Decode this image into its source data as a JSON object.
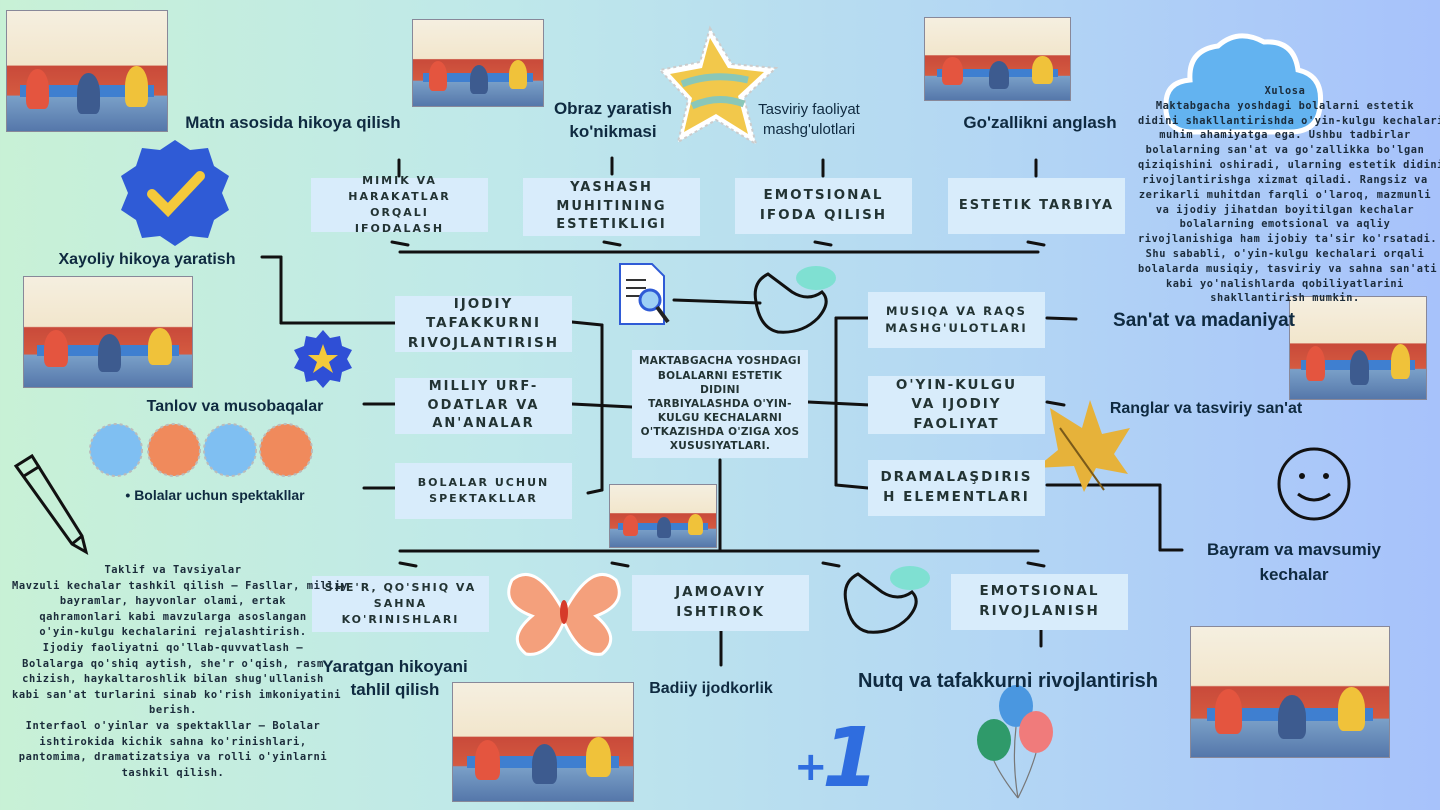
{
  "center": {
    "lines": [
      "MAKTABGACHA YOSHDAGI",
      "BOLALARNI ESTETIK DIDINI",
      "TARBIYALASHDA O'YIN-",
      "KULGU KECHALARNI",
      "O'TKAZISHDA O'ZIGA XOS",
      "XUSUSIYATLARI."
    ]
  },
  "boxes": {
    "mimik": [
      "MIMIK VA",
      "HARAKATLAR ORQALI",
      "IFODALASH"
    ],
    "yashash": [
      "YASHASH",
      "MUHITINING",
      "ESTETIKLIGI"
    ],
    "emotsional_ifoda": [
      "EMOTSIONAL",
      "IFODA QILISH"
    ],
    "estetik": [
      "ESTETIK TARBIYA"
    ],
    "ijodiy": [
      "IJODIY",
      "TAFAKKURNI",
      "RIVOJLANTIRISH"
    ],
    "milliy": [
      "MILLIY URF-",
      "ODATLAR VA",
      "AN'ANALAR"
    ],
    "bolalar_spek": [
      "BOLALAR UCHUN",
      "SPEKTAKLLAR"
    ],
    "musiqa": [
      "MUSIQA VA RAQS",
      "MASHG'ULOTLARI"
    ],
    "oyin": [
      "O'YIN-KULGU",
      "VA IJODIY",
      "FAOLIYAT"
    ],
    "dramalash": [
      "DRAMALAŞDIRIS",
      "H ELEMENTLARI"
    ],
    "sher": [
      "SHE'R, QO'SHIQ VA",
      "SAHNA",
      "KO'RINISHLARI"
    ],
    "jamoaviy": [
      "JAMOAVIY",
      "ISHTIROK"
    ],
    "emotsional_riv": [
      "EMOTSIONAL",
      "RIVOJLANISH"
    ]
  },
  "labels": {
    "matn": "Matn asosida hikoya qilish",
    "obraz": "Obraz yaratish ko'nikmasi",
    "tasviriy": "Tasviriy faoliyat mashg'ulotlari",
    "gozallik": "Go'zallikni anglash",
    "xayoliy": "Xayoliy hikoya yaratish",
    "tanlov": "Tanlov va musobaqalar",
    "bolalar_uchun": "Bolalar uchun spektakllar",
    "sanat": "San'at va madaniyat",
    "ranglar": "Ranglar va tasviriy san'at",
    "bayram": "Bayram va mavsumiy kechalar",
    "yaratgan": "Yaratgan hikoyani tahlil qilish",
    "badiiy": "Badiiy ijodkorlik",
    "nutq": "Nutq va tafakkurni rivojlantirish"
  },
  "xulosa": {
    "title": "Xulosa",
    "lines": [
      "Maktabgacha yoshdagi bolalarni estetik",
      "didini shakllantirishda o'yin-kulgu kechalari",
      "muhim ahamiyatga ega. Ushbu tadbirlar",
      "bolalarning san'at va go'zallikka bo'lgan",
      "qiziqishini oshiradi, ularning estetik didini",
      "rivojlantirishga xizmat qiladi. Rangsiz va",
      "zerikarli muhitdan farqli o'laroq, mazmunli",
      "va ijodiy jihatdan boyitilgan kechalar",
      "bolalarning emotsional va aqliy",
      "rivojlanishiga ham ijobiy ta'sir ko'rsatadi.",
      "Shu sababli, o'yin-kulgu kechalari orqali",
      "bolalarda musiqiy, tasviriy va sahna san'ati",
      "kabi yo'nalishlarda qobiliyatlarini",
      "shakllantirish mumkin."
    ]
  },
  "taklif": {
    "lines": [
      "Taklif va Tavsiyalar",
      "Mavzuli kechalar tashkil qilish – Fasllar, milliy",
      "bayramlar, hayvonlar olami, ertak",
      "qahramonlari kabi mavzularga asoslangan",
      "o'yin-kulgu kechalarini rejalashtirish.",
      "Ijodiy faoliyatni qo'llab-quvvatlash –",
      "Bolalarga qo'shiq aytish, she'r o'qish, rasm",
      "chizish, haykaltaroshlik bilan shug'ullanish",
      "kabi san'at turlarini sinab ko'rish imkoniyatini",
      "berish.",
      "Interfaol o'yinlar va spektakllar – Bolalar",
      "ishtirokida kichik sahna ko'rinishlari,",
      "pantomima, dramatizatsiya va rolli o'yinlarni",
      "tashkil qilish."
    ]
  },
  "colors": {
    "line": "#111111",
    "box": "#d8ecfb",
    "badge": "#2f5bd6",
    "check": "#f4c93b",
    "star": "#f2c84b",
    "flower_blue": "#7fbff2",
    "flower_orange": "#f08a5c",
    "butterfly": "#f4a07c",
    "leaf": "#e6b23a"
  }
}
